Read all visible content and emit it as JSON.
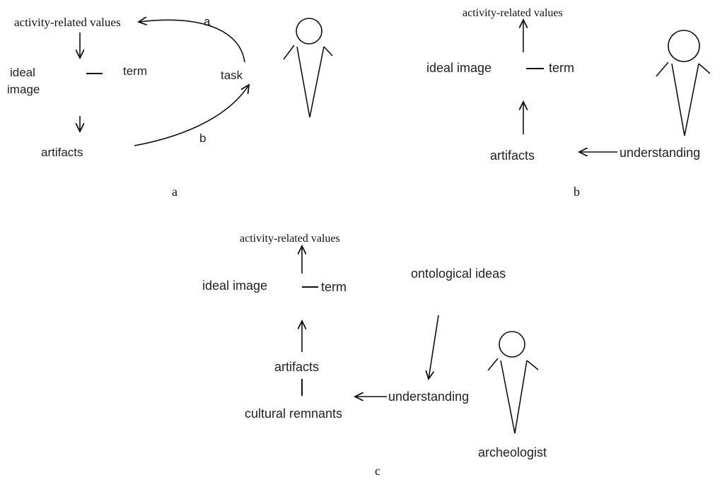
{
  "panel_a": {
    "values": "activity-related values",
    "ideal_line1": "ideal",
    "ideal_line2": "image",
    "term": "term",
    "artifacts": "artifacts",
    "task": "task",
    "arc_a": "a",
    "arc_b": "b",
    "caption": "a"
  },
  "panel_b": {
    "values": "activity-related values",
    "ideal": "ideal image",
    "term": "term",
    "artifacts": "artifacts",
    "understanding": "understanding",
    "caption": "b"
  },
  "panel_c": {
    "values": "activity-related values",
    "ideal": "ideal image",
    "term": "term",
    "ontological": "ontological ideas",
    "artifacts": "artifacts",
    "remnants": "cultural remnants",
    "understanding": "understanding",
    "archeologist": "archeologist",
    "caption": "c"
  }
}
